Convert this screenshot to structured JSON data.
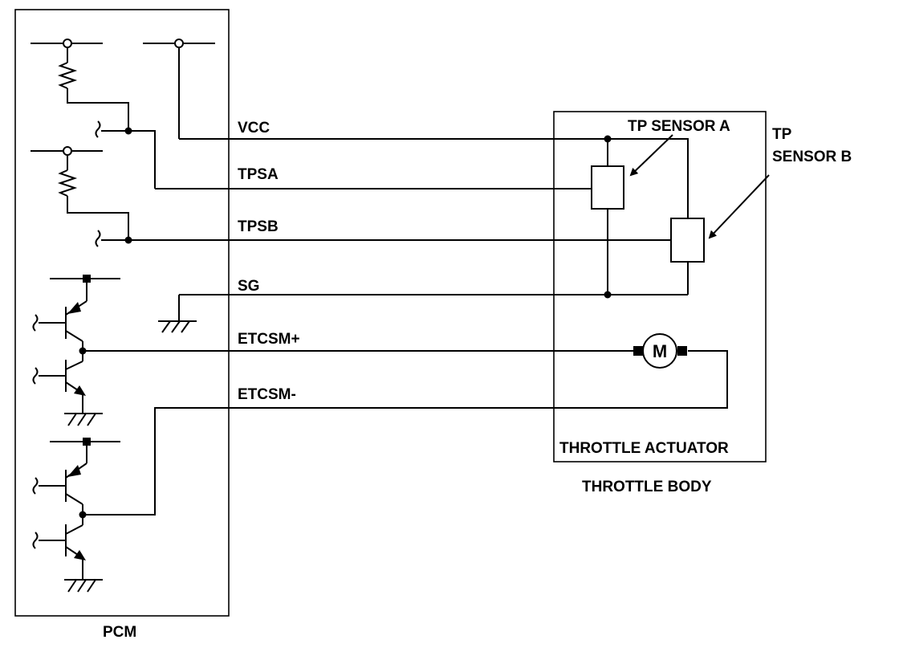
{
  "labels": {
    "pcm": "PCM",
    "vcc": "VCC",
    "tpsa": "TPSA",
    "tpsb": "TPSB",
    "sg": "SG",
    "etcsm_plus": "ETCSM+",
    "etcsm_minus": "ETCSM-",
    "tp_sensor_a": "TP SENSOR A",
    "tp_sensor_b_line1": "TP",
    "tp_sensor_b_line2": "SENSOR B",
    "throttle_actuator": "THROTTLE ACTUATOR",
    "throttle_body": "THROTTLE BODY",
    "motor": "M"
  },
  "icons": {
    "resistor": "resistor-icon",
    "ground": "ground-icon",
    "transistor": "transistor-icon",
    "motor": "motor-icon",
    "terminal": "terminal-icon"
  }
}
